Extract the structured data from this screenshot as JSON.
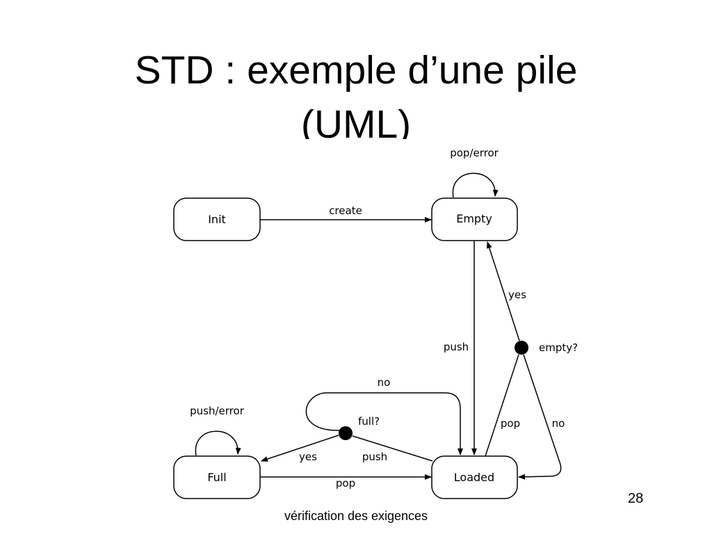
{
  "slide": {
    "title_line1": "STD : exemple d’une pile",
    "title_line2": "(UML)",
    "page_number": "28",
    "footer": "vérification des exigences"
  },
  "diagram": {
    "states": {
      "init": "Init",
      "empty": "Empty",
      "full": "Full",
      "loaded": "Loaded"
    },
    "transitions": {
      "create": "create",
      "pop_error": "pop/error",
      "push_error": "push/error",
      "push_empty_to_loaded": "push",
      "yes_empty": "yes",
      "empty_question": "empty?",
      "no_full_loop": "no",
      "full_question": "full?",
      "pop_loaded_to_empty": "pop",
      "no_empty_to_loaded": "no",
      "yes_full": "yes",
      "push_loaded_to_full": "push",
      "pop_full_to_loaded": "pop"
    }
  }
}
